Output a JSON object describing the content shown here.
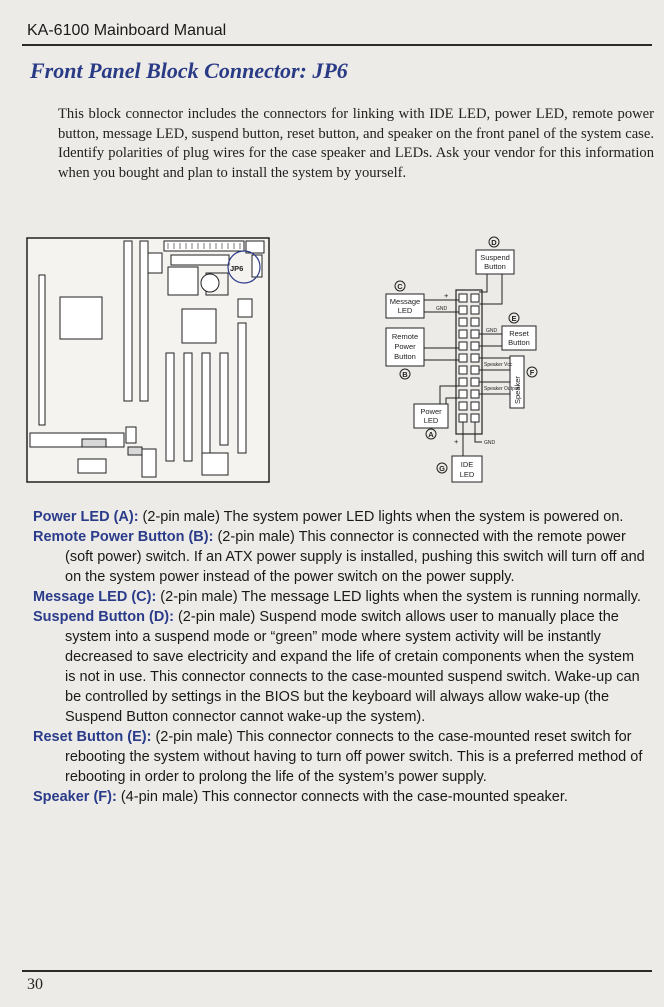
{
  "header": {
    "manual_title": "KA-6100 Mainboard Manual"
  },
  "title": "Front Panel Block Connector: JP6",
  "intro": "This block connector includes the connectors for linking with IDE LED, power LED, remote power button, message LED, suspend button, reset button, and speaker on the front panel of the system case. Identify polarities of plug wires for the case speaker and LEDs. Ask your vendor for this information when you bought and plan to install the system by yourself.",
  "board_diagram": {
    "jumper_label": "JP6"
  },
  "connector_diagram": {
    "suspend_button": {
      "letter": "D",
      "line1": "Suspend",
      "line2": "Button"
    },
    "message_led": {
      "letter": "C",
      "line1": "Message",
      "line2": "LED"
    },
    "reset_button": {
      "letter": "E",
      "line1": "Reset",
      "line2": "Button"
    },
    "remote_power": {
      "letter": "B",
      "line1": "Remote",
      "line2": "Power",
      "line3": "Button"
    },
    "power_led": {
      "letter": "A",
      "line1": "Power",
      "line2": "LED"
    },
    "ide_led": {
      "letter": "G",
      "line1": "IDE",
      "line2": "LED"
    },
    "speaker": {
      "letter": "F",
      "label": "Speaker"
    },
    "speaker_vcc": "Speaker Vcc",
    "speaker_output": "Speaker Output",
    "gnd": "GND",
    "plus": "+"
  },
  "definitions": [
    {
      "term": "Power LED (A):",
      "text": " (2-pin male) The system power LED lights when the system is powered on."
    },
    {
      "term": "Remote Power Button (B):",
      "text": " (2-pin male) This connector is connected with the remote power (soft power) switch. If an ATX power supply is installed, pushing this switch will turn off and on the system power instead of the power switch on the power supply."
    },
    {
      "term": "Message LED (C):",
      "text": " (2-pin male) The message LED lights when the system is running normally."
    },
    {
      "term": "Suspend Button (D):",
      "text": " (2-pin male) Suspend mode switch allows user to manually place the system into a suspend mode or “green” mode where system activity will be instantly decreased to save electricity and expand the life of cretain components when the system is not in use. This connector connects to the case-mounted suspend switch. Wake-up can be controlled by settings in the BIOS but the keyboard will always allow wake-up (the Suspend Button connector cannot wake-up the system)."
    },
    {
      "term": "Reset Button (E):",
      "text": " (2-pin male) This connector connects to the case-mounted reset switch for rebooting the system without having to turn off power switch. This is a preferred method of rebooting in order to prolong the life of the system’s power supply."
    },
    {
      "term": "Speaker (F):",
      "text": " (4-pin male) This connector connects with the case-mounted speaker."
    }
  ],
  "footer": {
    "page_number": "30"
  }
}
